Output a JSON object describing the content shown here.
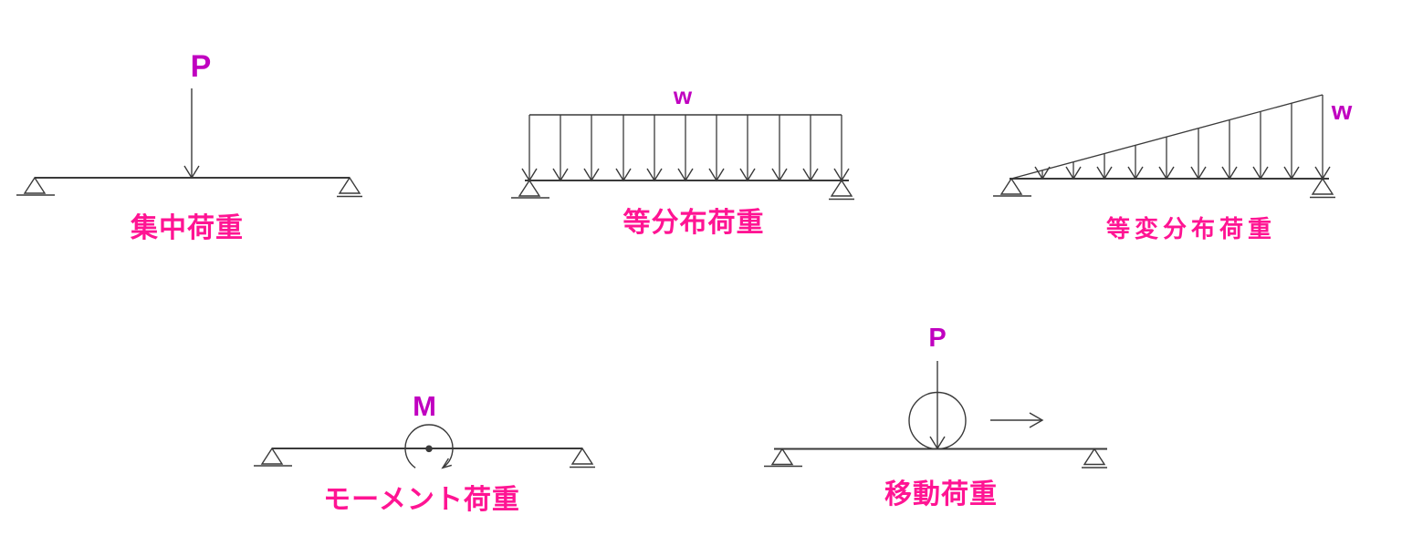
{
  "figure": {
    "description_colors": {
      "symbol_accent": "#c000c0",
      "caption_accent": "#ff1493",
      "line_color": "#3a3a3a"
    },
    "diagrams": [
      {
        "symbol": "P",
        "caption": "集中荷重"
      },
      {
        "symbol": "w",
        "caption": "等分布荷重"
      },
      {
        "symbol": "w",
        "caption": "等変分布荷重"
      },
      {
        "symbol": "M",
        "caption": "モーメント荷重"
      },
      {
        "symbol": "P",
        "caption": "移動荷重"
      }
    ]
  }
}
